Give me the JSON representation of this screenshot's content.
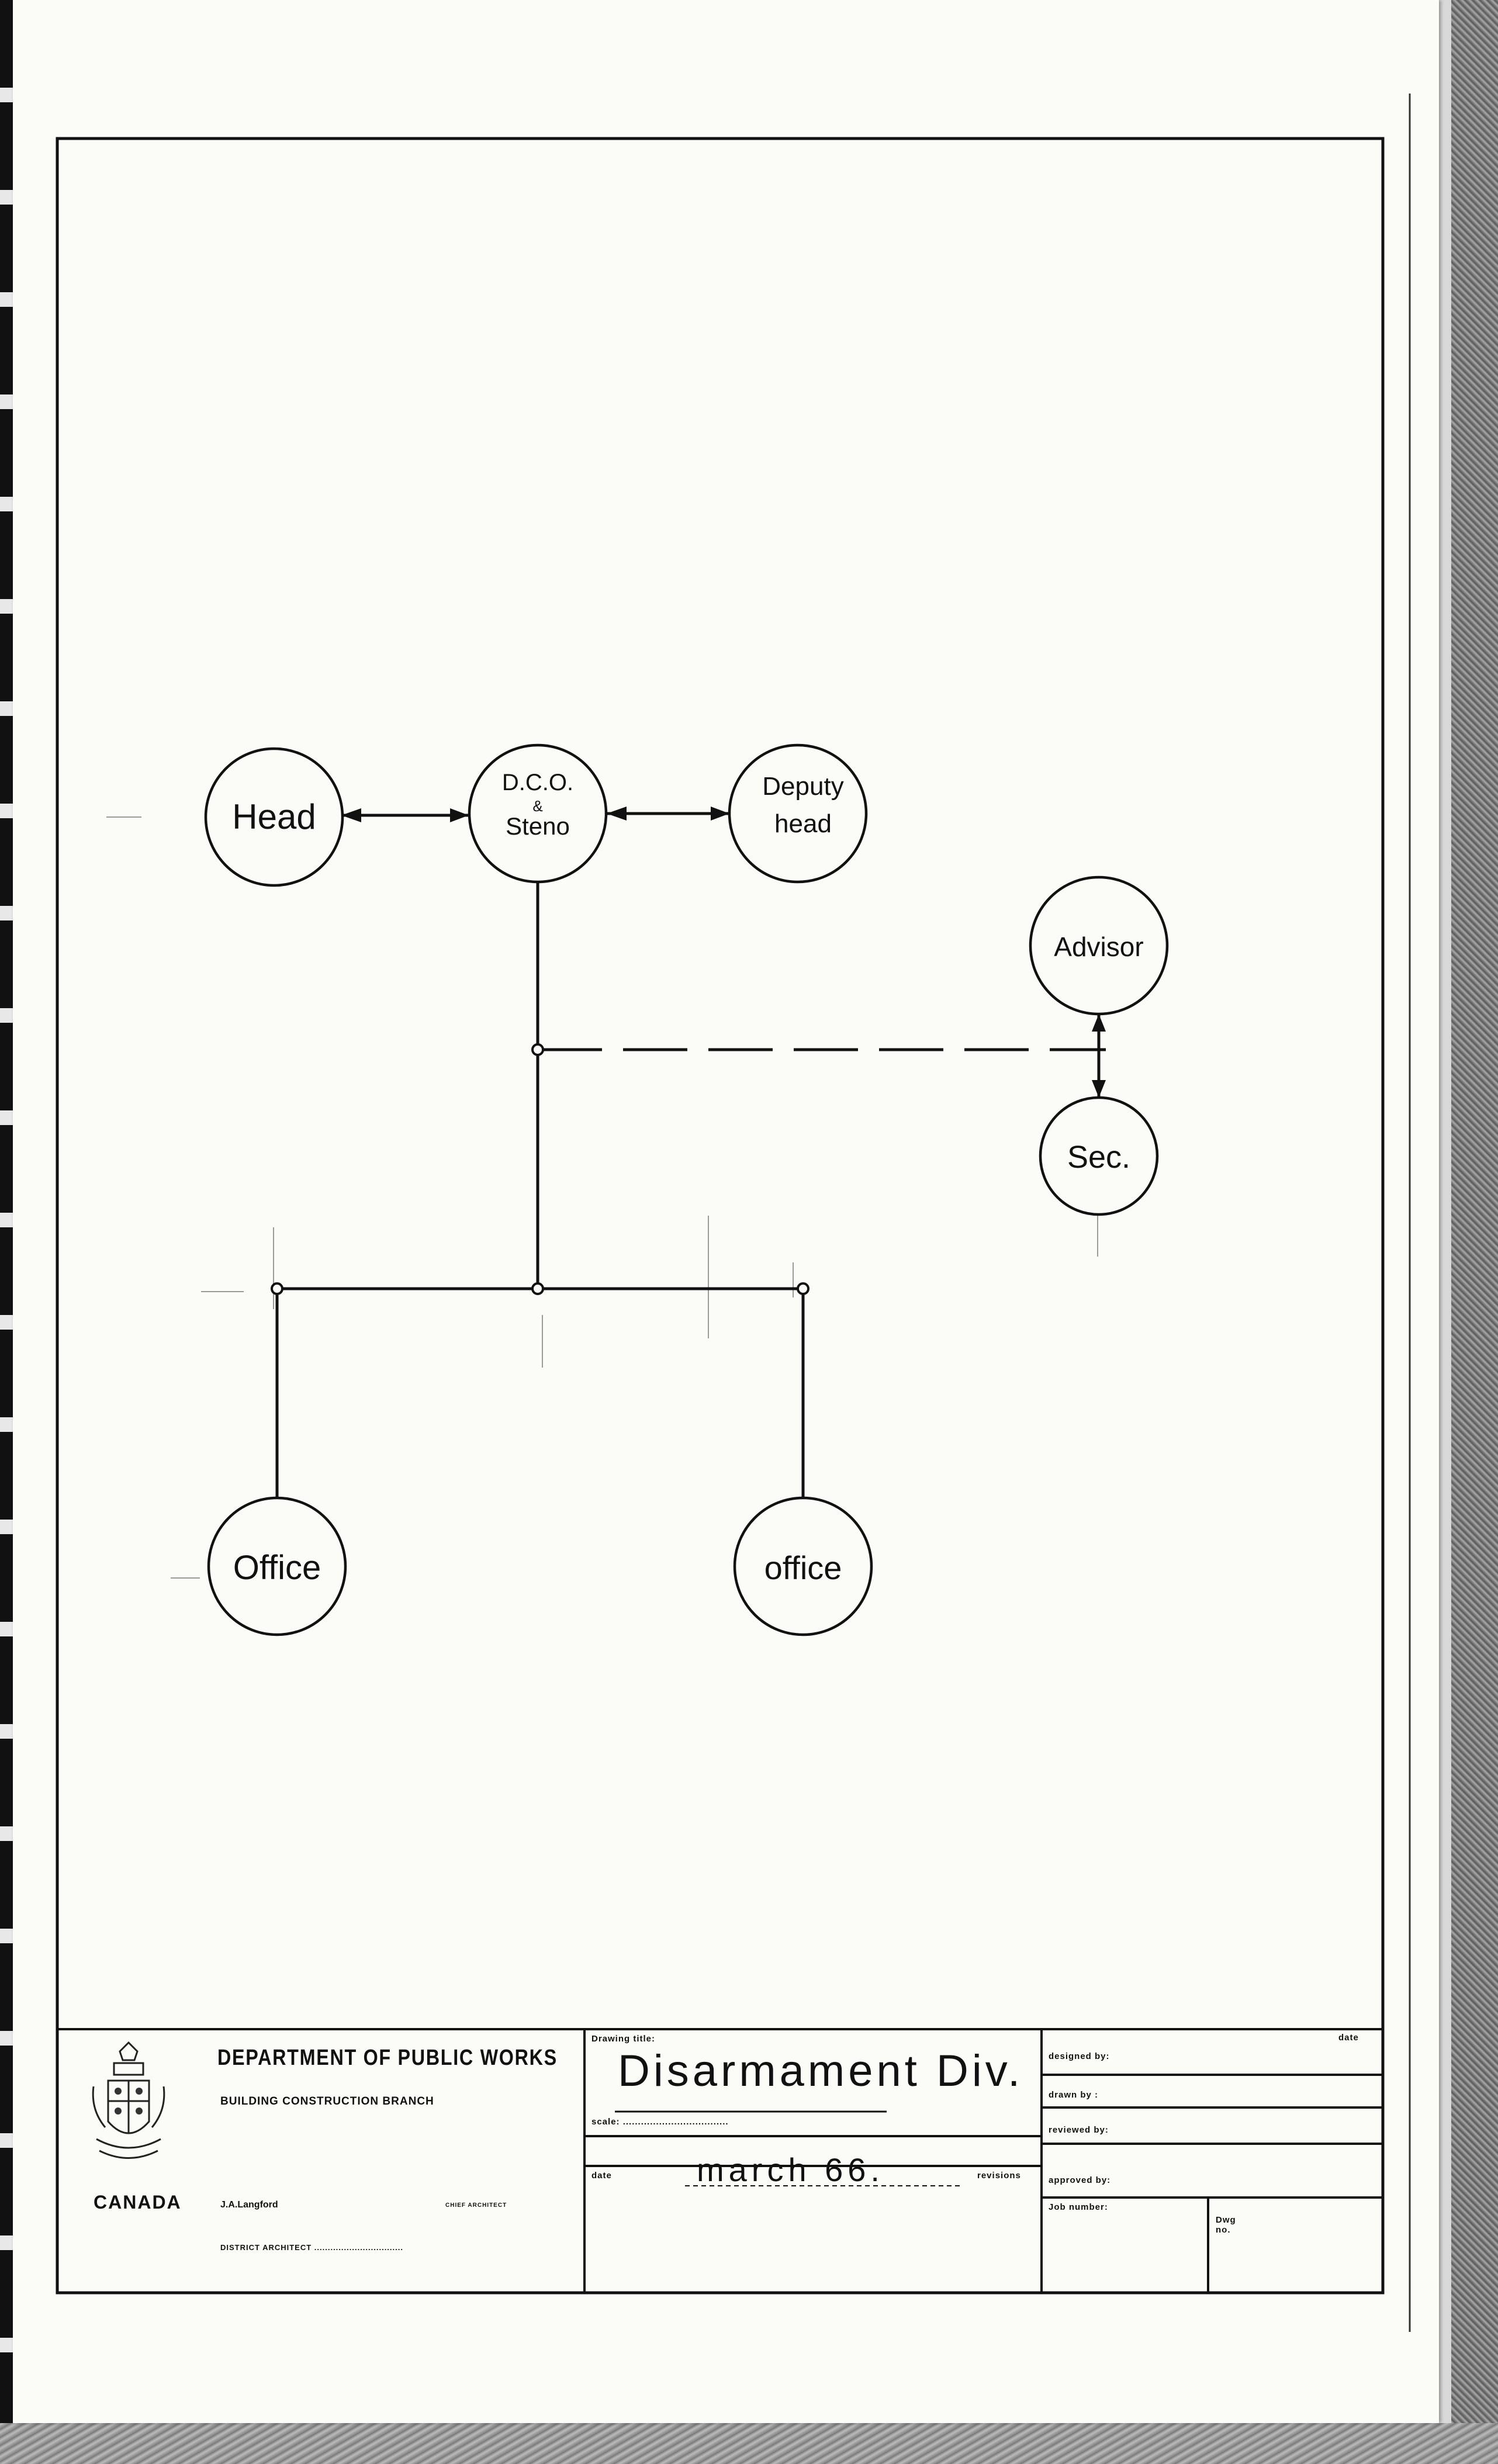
{
  "diagram": {
    "nodes": [
      {
        "id": "head",
        "label": "Head"
      },
      {
        "id": "dco",
        "label_lines": [
          "D.C.O.",
          "&",
          "Steno"
        ]
      },
      {
        "id": "deputy",
        "label_lines": [
          "Deputy",
          "head"
        ]
      },
      {
        "id": "advisor",
        "label": "Advisor"
      },
      {
        "id": "sec",
        "label": "Sec."
      },
      {
        "id": "office1",
        "label": "Office"
      },
      {
        "id": "office2",
        "label": "office"
      }
    ],
    "edges": [
      {
        "from": "head",
        "to": "dco",
        "style": "double-arrow"
      },
      {
        "from": "dco",
        "to": "deputy",
        "style": "double-arrow"
      },
      {
        "from": "dco",
        "to": "advisor",
        "style": "dashed"
      },
      {
        "from": "advisor",
        "to": "sec",
        "style": "double-arrow"
      },
      {
        "from": "dco",
        "to": "office1",
        "style": "solid"
      },
      {
        "from": "dco",
        "to": "office2",
        "style": "solid"
      }
    ]
  },
  "title_block": {
    "department": "DEPARTMENT OF PUBLIC WORKS",
    "branch": "BUILDING CONSTRUCTION BRANCH",
    "country": "CANADA",
    "chief_architect_name": "J.A.Langford",
    "chief_architect_label": "CHIEF ARCHITECT",
    "district_architect_label": "DISTRICT ARCHITECT .................................",
    "drawing_title_label": "Drawing title:",
    "drawing_title": "Disarmament Div.",
    "scale_label": "scale: ...................................",
    "date_label": "date",
    "date_value": "march 66.",
    "revisions_label": "revisions",
    "designed_by_label": "designed by:",
    "drawn_by_label": "drawn by :",
    "reviewed_by_label": "reviewed by:",
    "approved_by_label": "approved by:",
    "job_number_label": "Job number:",
    "dwg_no_label": "Dwg no.",
    "date_col_label": "date"
  }
}
